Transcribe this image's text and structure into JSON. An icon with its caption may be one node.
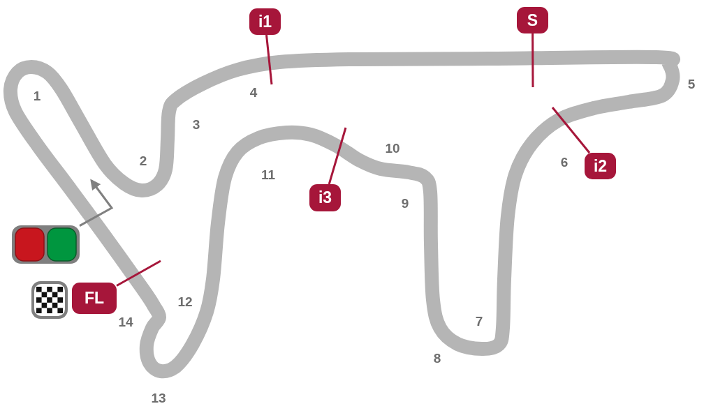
{
  "diagram": {
    "nodes": [
      {
        "text": [
          "i1"
        ]
      },
      {
        "text": [
          "S"
        ]
      },
      {
        "text": [
          "i2"
        ]
      },
      {
        "text": [
          "i3"
        ]
      },
      {
        "text": [],
        "shape": "picture"
      },
      {
        "text": [
          "FL"
        ]
      }
    ],
    "edges": [
      {
        "from": 0,
        "to": null,
        "arrow": "none"
      },
      {
        "from": 1,
        "to": null,
        "arrow": "none"
      },
      {
        "from": 2,
        "to": null,
        "arrow": "none"
      },
      {
        "from": 3,
        "to": null,
        "arrow": "none"
      },
      {
        "from": 4,
        "to": null,
        "arrow": "to",
        "color": "#808080"
      },
      {
        "from": 5,
        "to": null,
        "arrow": "none"
      }
    ],
    "labels": [
      "1",
      "2",
      "3",
      "4",
      "5",
      "6",
      "7",
      "8",
      "9",
      "10",
      "11",
      "12",
      "13",
      "14"
    ]
  }
}
